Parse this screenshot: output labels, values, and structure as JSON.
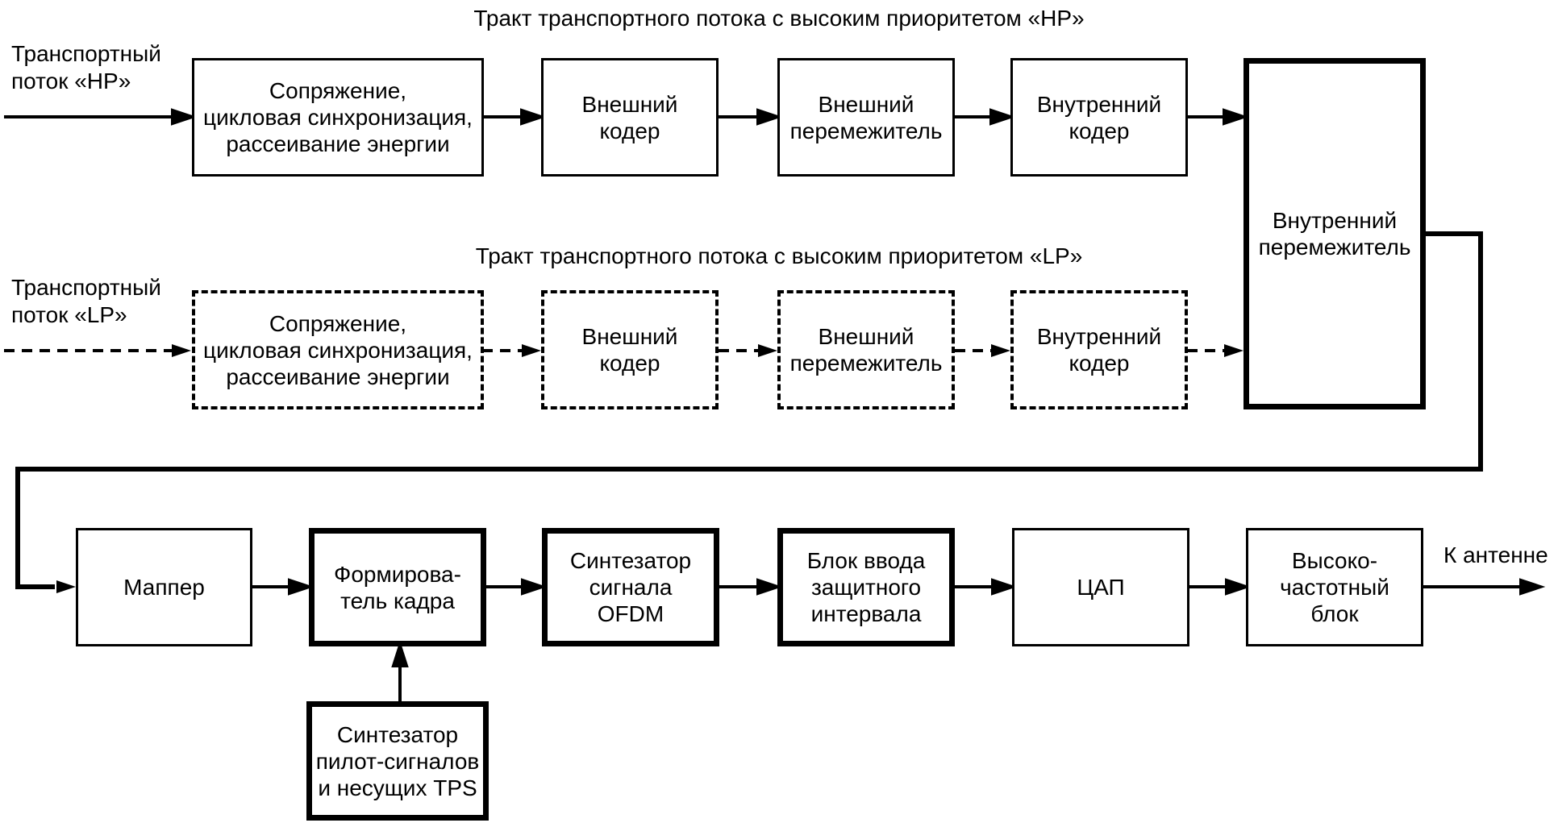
{
  "titles": {
    "hp": "Тракт транспортного потока с высоким приоритетом «HP»",
    "lp": "Тракт транспортного потока с высоким приоритетом «LP»"
  },
  "inputs": {
    "hp": "Транспортный\nпоток «HP»",
    "lp": "Транспортный\nпоток «LP»"
  },
  "output_label": "К антенне",
  "blocks": {
    "hp_adaptation": "Сопряжение,\nцикловая синхронизация,\nрассеивание энергии",
    "hp_outer_coder": "Внешний\nкодер",
    "hp_outer_interleaver": "Внешний\nперемежитель",
    "hp_inner_coder": "Внутренний\nкодер",
    "lp_adaptation": "Сопряжение,\nцикловая синхронизация,\nрассеивание энергии",
    "lp_outer_coder": "Внешний\nкодер",
    "lp_outer_interleaver": "Внешний\nперемежитель",
    "lp_inner_coder": "Внутренний\nкодер",
    "inner_interleaver": "Внутренний\nперемежитель",
    "mapper": "Маппер",
    "frame_builder": "Формирова-\nтель кадра",
    "ofdm_synthesizer": "Синтезатор\nсигнала\nOFDM",
    "guard_interval": "Блок ввода\nзащитного\nинтервала",
    "dac": "ЦАП",
    "rf_unit": "Высоко-\nчастотный\nблок",
    "pilot_tps": "Синтезатор\nпилот-сигналов\nи несущих TPS"
  },
  "colors": {
    "ink": "#000000",
    "paper": "#ffffff"
  }
}
